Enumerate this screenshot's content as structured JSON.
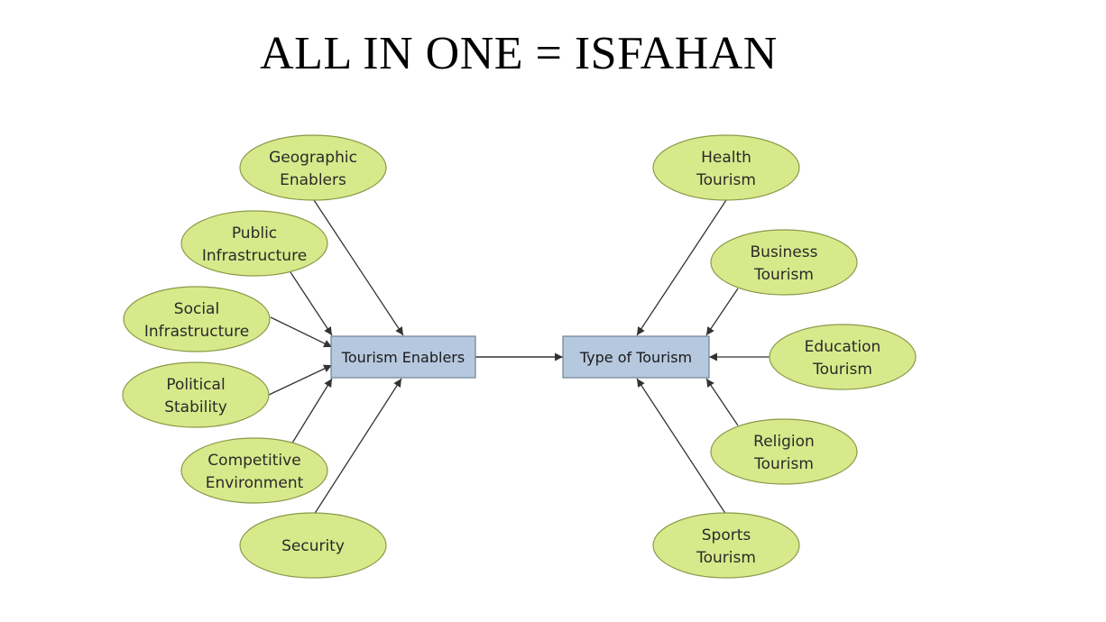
{
  "title": "ALL IN ONE = ISFAHAN",
  "colors": {
    "ellipse_fill": "#d7e98a",
    "ellipse_stroke": "#8a9a4a",
    "box_fill": "#b5c8de",
    "box_stroke": "#6f8196",
    "arrow": "#333333"
  },
  "hubs": {
    "enablers": "Tourism Enablers",
    "types": "Type of Tourism"
  },
  "enablers": [
    {
      "line1": "Geographic",
      "line2": "Enablers"
    },
    {
      "line1": "Public",
      "line2": "Infrastructure"
    },
    {
      "line1": "Social",
      "line2": "Infrastructure"
    },
    {
      "line1": "Political",
      "line2": "Stability"
    },
    {
      "line1": "Competitive",
      "line2": "Environment"
    },
    {
      "line1": "Security",
      "line2": ""
    }
  ],
  "types": [
    {
      "line1": "Health",
      "line2": "Tourism"
    },
    {
      "line1": "Business",
      "line2": "Tourism"
    },
    {
      "line1": "Education",
      "line2": "Tourism"
    },
    {
      "line1": "Religion",
      "line2": "Tourism"
    },
    {
      "line1": "Sports",
      "line2": "Tourism"
    }
  ]
}
